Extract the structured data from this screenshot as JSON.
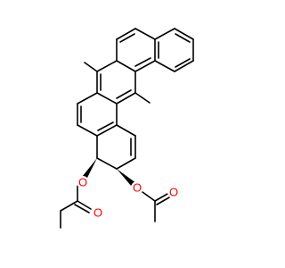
{
  "colors": {
    "background": "#ffffff",
    "bond": "#000000",
    "oxygen": "#ff0000"
  },
  "atoms": [
    {
      "id": "O1",
      "element": "O",
      "label": "O"
    },
    {
      "id": "O2",
      "element": "O",
      "label": "O"
    },
    {
      "id": "O3",
      "element": "O",
      "label": "O"
    },
    {
      "id": "O4",
      "element": "O",
      "label": "O"
    }
  ]
}
